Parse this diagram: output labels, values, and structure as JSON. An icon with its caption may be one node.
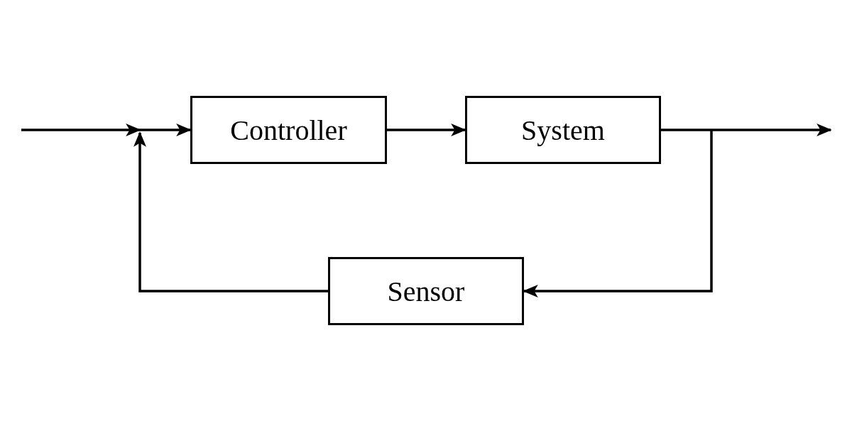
{
  "diagram": {
    "nodes": [
      {
        "text": [
          "Controller"
        ]
      },
      {
        "text": [
          "System"
        ]
      },
      {
        "text": [
          "Sensor"
        ]
      }
    ],
    "edges": [
      {
        "from": null,
        "to": 0,
        "arrow": "to"
      },
      {
        "from": 2,
        "to": 0,
        "arrow": "to"
      },
      {
        "from": 0,
        "to": 1,
        "arrow": "to"
      },
      {
        "from": 1,
        "to": null,
        "arrow": "to"
      },
      {
        "from": 1,
        "to": 2,
        "arrow": "to"
      }
    ]
  }
}
